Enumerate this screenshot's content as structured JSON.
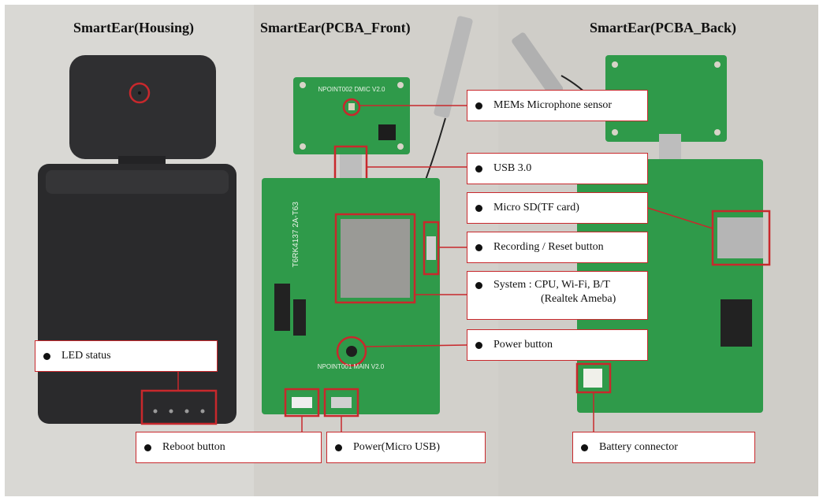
{
  "titles": {
    "housing": "SmartEar(Housing)",
    "pcba_front": "SmartEar(PCBA_Front)",
    "pcba_back": "SmartEar(PCBA_Back)"
  },
  "board_silkscreen": {
    "mic_board": "NPOINT002 DMIC V2.0",
    "main_board": "NPOINT001 MAIN V2.0",
    "serial": "T6RK4137 2A-T63"
  },
  "callouts": {
    "mems_mic": "MEMs Microphone sensor",
    "usb": "USB 3.0",
    "micro_sd": "Micro SD(TF card)",
    "record_reset": "Recording / Reset button",
    "system_line1": "System : CPU, Wi-Fi, B/T",
    "system_line2": "(Realtek Ameba)",
    "power_button": "Power button",
    "led_status": "LED status",
    "reboot": "Reboot button",
    "power_usb": "Power(Micro USB)",
    "battery": "Battery connector"
  },
  "colors": {
    "highlight": "#c8282c",
    "pcb_green": "#2f9a4a",
    "housing_black": "#2a2a2c"
  }
}
